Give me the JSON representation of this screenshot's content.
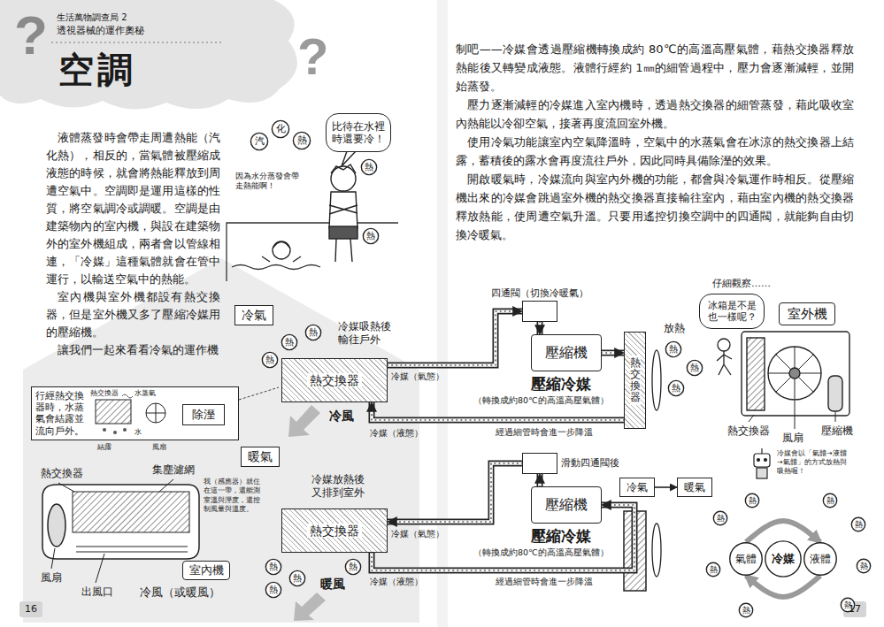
{
  "diagram": {
    "title": "空調",
    "nodes": [
      {
        "text": [
          "比待在水裡時還要冷！"
        ]
      },
      {
        "text": [
          "汽"
        ]
      },
      {
        "text": [
          "化"
        ]
      },
      {
        "text": [
          "熱"
        ]
      },
      {
        "text": [
          "熱"
        ]
      },
      {
        "text": [
          "熱"
        ]
      },
      {
        "text": [
          "冷氣"
        ]
      },
      {
        "text": [
          "熱"
        ]
      },
      {
        "text": [
          "熱"
        ]
      },
      {
        "text": [
          "熱"
        ]
      },
      {
        "text": [
          "熱交換器"
        ]
      },
      {
        "text": [
          "四通閥（切換冷暖氣）"
        ]
      },
      {
        "text": [
          "壓縮機"
        ]
      },
      {
        "text": [
          "熱交換器"
        ]
      },
      {
        "text": [
          "熱"
        ]
      },
      {
        "text": [
          "熱"
        ]
      },
      {
        "text": [
          "熱"
        ]
      },
      {
        "text": [
          "行經熱交換器時，水蒸氣會結露並流向戶外。"
        ]
      },
      {
        "text": [
          "除溼"
        ],
        "in": 17
      },
      {
        "text": [
          "暖氣"
        ]
      },
      {
        "text": [
          "滑動四通閥後"
        ]
      },
      {
        "text": [
          "冷氣"
        ]
      },
      {
        "text": [
          "暖氣"
        ]
      },
      {
        "text": [
          "熱交換器"
        ]
      },
      {
        "text": [
          "壓縮機"
        ]
      },
      {
        "text": [
          "熱"
        ]
      },
      {
        "text": [
          "熱"
        ]
      },
      {
        "text": [
          "熱"
        ]
      },
      {
        "text": [
          "熱"
        ]
      },
      {
        "text": [
          "室內機"
        ]
      },
      {
        "text": [
          "冰箱是不是也一樣呢？"
        ]
      },
      {
        "text": [
          "室外機"
        ]
      },
      {
        "text": [
          "氣體"
        ]
      },
      {
        "text": [
          "冷媒"
        ]
      },
      {
        "text": [
          "液體"
        ]
      },
      {
        "text": [
          "熱"
        ]
      },
      {
        "text": [
          "熱"
        ]
      },
      {
        "text": [
          "熱"
        ]
      },
      {
        "text": [
          "熱"
        ]
      },
      {
        "text": [
          "熱"
        ]
      },
      {
        "text": [
          "熱"
        ]
      },
      {
        "text": [
          "熱"
        ]
      },
      {
        "text": [
          "熱"
        ]
      }
    ],
    "edges": [
      {
        "from": 10,
        "to": 11,
        "arrow": "to"
      },
      {
        "from": 11,
        "to": 12,
        "arrow": "to"
      },
      {
        "from": 12,
        "to": 13,
        "arrow": "to"
      },
      {
        "from": 13,
        "to": 10,
        "arrow": "to"
      },
      {
        "from": 24,
        "to": 20,
        "arrow": "to"
      },
      {
        "from": 20,
        "to": 23,
        "arrow": "to"
      },
      {
        "from": 23,
        "to": 24,
        "arrow": "to"
      },
      {
        "from": 21,
        "to": 22,
        "arrow": "to"
      },
      {
        "from": 32,
        "to": 34,
        "arrow": "to"
      },
      {
        "from": 34,
        "to": 32,
        "arrow": "to"
      }
    ],
    "labels": [
      "?",
      "生活萬物調查局 2",
      "透視器械的運作奧秘",
      "?",
      "液體蒸發時會帶走周遭熱能（汽化熱），相反的，當氣體被壓縮成液態的時候，就會將熱能釋放到周遭空氣中。空調即是運用這樣的性質，將空氣調冷或調暖。空調是由建築物內的室內機，與設在建築物外的室外機組成，兩者會以管線相連，「冷媒」這種氣體就會在管中運行，以輸送空氣中的熱能。",
      "室內機與室外機都設有熱交換器，但是室外機又多了壓縮冷媒用的壓縮機。",
      "讓我們一起來看看冷氣的運作機",
      "制吧——冷媒會透過壓縮機轉換成約 80℃的高溫高壓氣體，藉熱交換器釋放熱能後又轉變成液態。液體行經約 1㎜的細管過程中，壓力會逐漸減輕，並開始蒸發。",
      "壓力逐漸減輕的冷媒進入室內機時，透過熱交換器的細管蒸發，藉此吸收室內熱能以冷卻空氣，接著再度流回室外機。",
      "使用冷氣功能讓室內空氣降溫時，空氣中的水蒸氣會在冰涼的熱交換器上結露，蓄積後的露水會再度流往戶外，因此同時具備除溼的效果。",
      "開啟暖氣時，冷媒流向與室內外機的功能，都會與冷氣運作時相反。從壓縮機出來的冷媒會跳過室外機的熱交換器直接輸往室內，藉由室內機的熱交換器釋放熱能，使周遭空氣升溫。只要用遙控切換空調中的四通閥，就能夠自由切換冷暖氣。",
      "因為水分蒸發會帶走熱能啊！",
      "冷媒吸熱後輸往戶外",
      "冷媒（氣態）",
      "冷風",
      "冷媒（液態）",
      "壓縮冷媒",
      "（轉換成約80℃的高溫高壓氣體）",
      "經過細管時會進一步降溫",
      "放熱",
      "熱交換器",
      "水蒸氣",
      "水",
      "結露",
      "風扇",
      "冷媒放熱後又排到室外",
      "冷媒（氣態）",
      "暖風",
      "冷媒（液態）",
      "壓縮冷媒",
      "（轉換成約80℃的高溫高壓氣體）",
      "經過細管時會進一步降溫",
      "熱交換器",
      "集塵濾網",
      "我（感應器）就住在這一帶，還能測室溫與溼度，還控制風量與溫度。",
      "風扇",
      "出風口",
      "冷風（或暖風）",
      "仔細觀察……",
      "熱交換器",
      "風扇",
      "壓縮機",
      "冷媒會以「氣體→液體→氣體」的方式放熱與吸熱喔！",
      "16",
      "17"
    ]
  }
}
